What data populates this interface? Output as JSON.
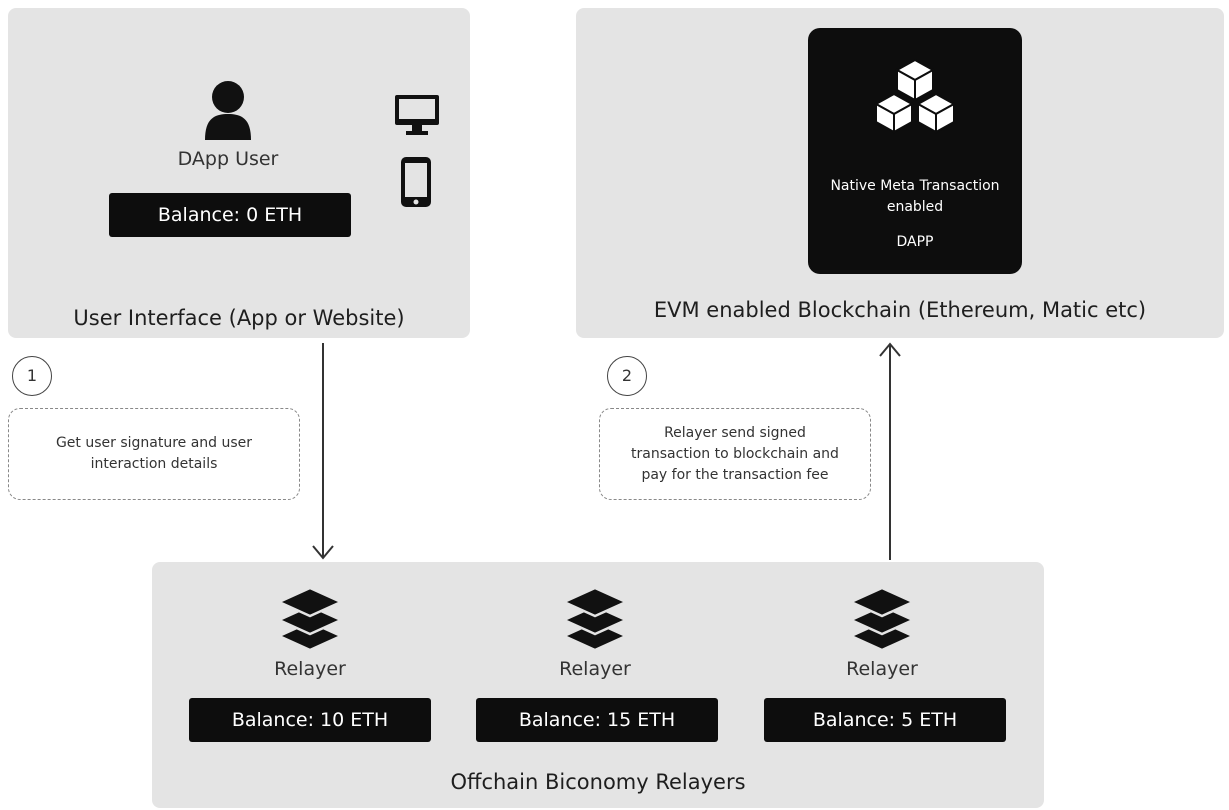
{
  "user_interface": {
    "title": "User Interface (App or Website)",
    "user_label": "DApp User",
    "balance": "Balance: 0 ETH"
  },
  "blockchain": {
    "title": "EVM enabled Blockchain (Ethereum, Matic etc)",
    "dapp_lines": [
      "Native Meta Transaction",
      "enabled"
    ],
    "dapp_name": "DAPP"
  },
  "steps": [
    {
      "number": "1",
      "note_lines": [
        "Get user signature and user",
        "interaction details"
      ]
    },
    {
      "number": "2",
      "note_lines": [
        "Relayer send signed",
        "transaction to blockchain and",
        "pay for the transaction fee"
      ]
    }
  ],
  "relayers": {
    "title": "Offchain Biconomy Relayers",
    "items": [
      {
        "label": "Relayer",
        "balance": "Balance: 10 ETH"
      },
      {
        "label": "Relayer",
        "balance": "Balance: 15 ETH"
      },
      {
        "label": "Relayer",
        "balance": "Balance: 5 ETH"
      }
    ]
  },
  "icons": [
    "user-icon",
    "monitor-icon",
    "smartphone-icon",
    "cubes-icon",
    "layers-icon"
  ],
  "colors": {
    "panel": "#e4e4e4",
    "dark": "#0d0d0d",
    "arrow": "#333333"
  }
}
